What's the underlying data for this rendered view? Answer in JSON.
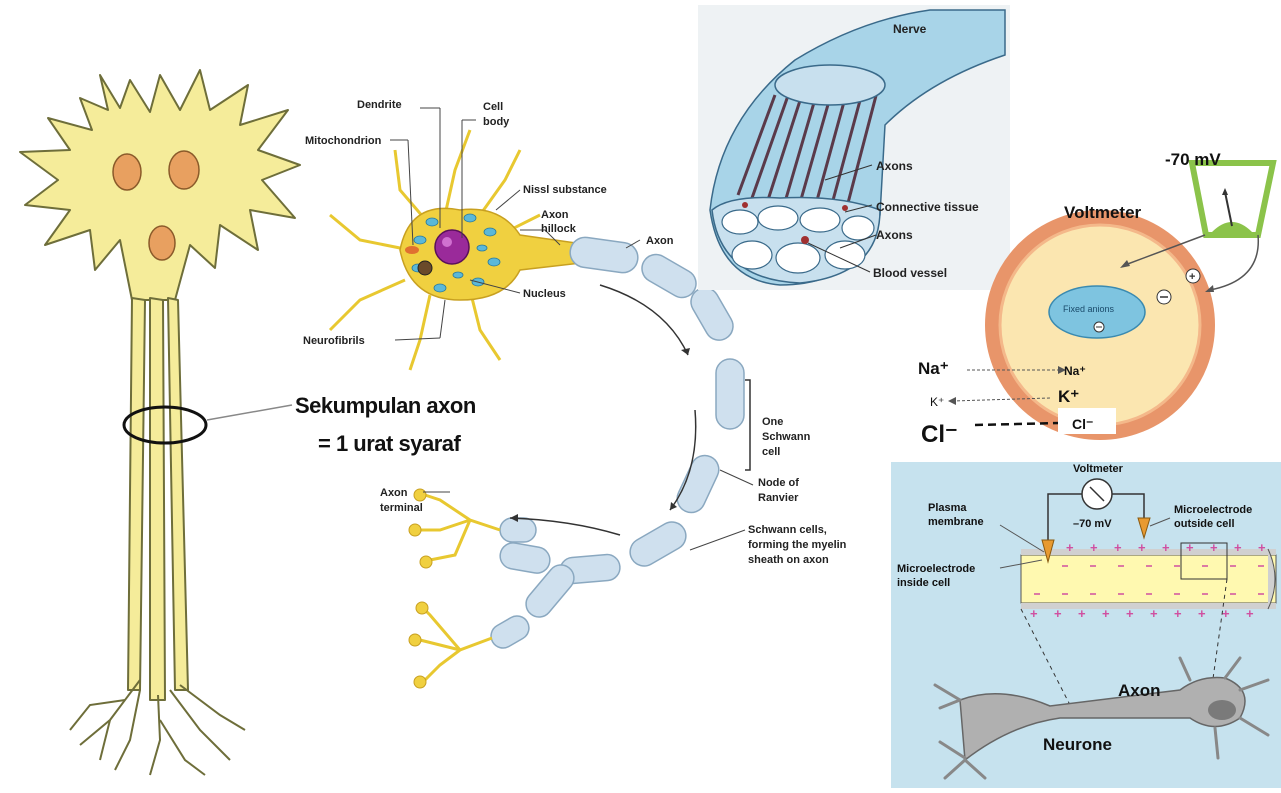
{
  "neuron_bundle": {
    "caption_line1": "Sekumpulan axon",
    "caption_line2": "= 1 urat syaraf"
  },
  "neuron_anatomy": {
    "dendrite": "Dendrite",
    "cell_body_line1": "Cell",
    "cell_body_line2": "body",
    "mitochondrion": "Mitochondrion",
    "nissl": "Nissl substance",
    "axon_hillock_line1": "Axon",
    "axon_hillock_line2": "hillock",
    "axon": "Axon",
    "nucleus": "Nucleus",
    "neurofibrils": "Neurofibrils",
    "schwann_line1": "One",
    "schwann_line2": "Schwann",
    "schwann_line3": "cell",
    "node_line1": "Node of",
    "node_line2": "Ranvier",
    "axon_terminal_line1": "Axon",
    "axon_terminal_line2": "terminal",
    "myelin_line1": "Schwann cells,",
    "myelin_line2": "forming the myelin",
    "myelin_line3": "sheath on axon"
  },
  "nerve_section": {
    "nerve": "Nerve",
    "axons_top": "Axons",
    "connective_tissue": "Connective tissue",
    "axons_bottom": "Axons",
    "blood_vessel": "Blood vessel"
  },
  "membrane_cell": {
    "reading": "-70 mV",
    "voltmeter": "Voltmeter",
    "fixed_anions": "Fixed anions",
    "ion_na": "Na⁺",
    "ion_k": "K⁺",
    "ion_cl": "Cl⁻",
    "inner_na": "Na⁺",
    "inner_k": "K⁺",
    "inner_cl": "Cl⁻"
  },
  "resting_potential": {
    "voltmeter": "Voltmeter",
    "reading": "–70 mV",
    "plasma_line1": "Plasma",
    "plasma_line2": "membrane",
    "outside_line1": "Microelectrode",
    "outside_line2": "outside cell",
    "inside_line1": "Microelectrode",
    "inside_line2": "inside cell",
    "axon": "Axon",
    "neurone": "Neurone"
  },
  "colors": {
    "neuron_fill": "#f5ec9a",
    "neuron_stroke": "#6e6e3a",
    "nucleus_orange": "#e8a060",
    "myelin_blue": "#cfe0ee",
    "nerve_blue": "#a8d4e8",
    "panel_bg": "#c6e2ee",
    "cell_ring": "#e8956a",
    "cell_fill": "#fbe6b0",
    "anion_blue": "#7ec4e0",
    "meter_green": "#8bc34a"
  }
}
